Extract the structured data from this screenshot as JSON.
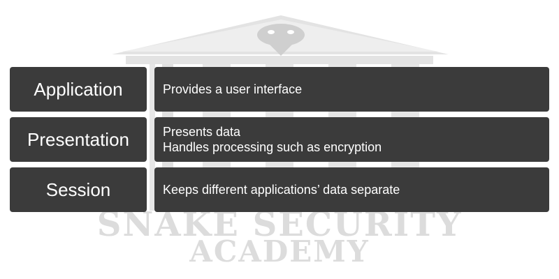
{
  "watermark": {
    "line1": "SNAKE SECURITY",
    "line2": "ACADEMY"
  },
  "layers": [
    {
      "name": "Application",
      "lines": [
        "Provides a user interface"
      ]
    },
    {
      "name": "Presentation",
      "lines": [
        "Presents data",
        "Handles processing such as encryption"
      ]
    },
    {
      "name": "Session",
      "lines": [
        "Keeps different applications’ data separate"
      ]
    }
  ],
  "colors": {
    "box": "#3b3b3b",
    "text": "#ffffff",
    "watermark": "#dcdcdc"
  }
}
